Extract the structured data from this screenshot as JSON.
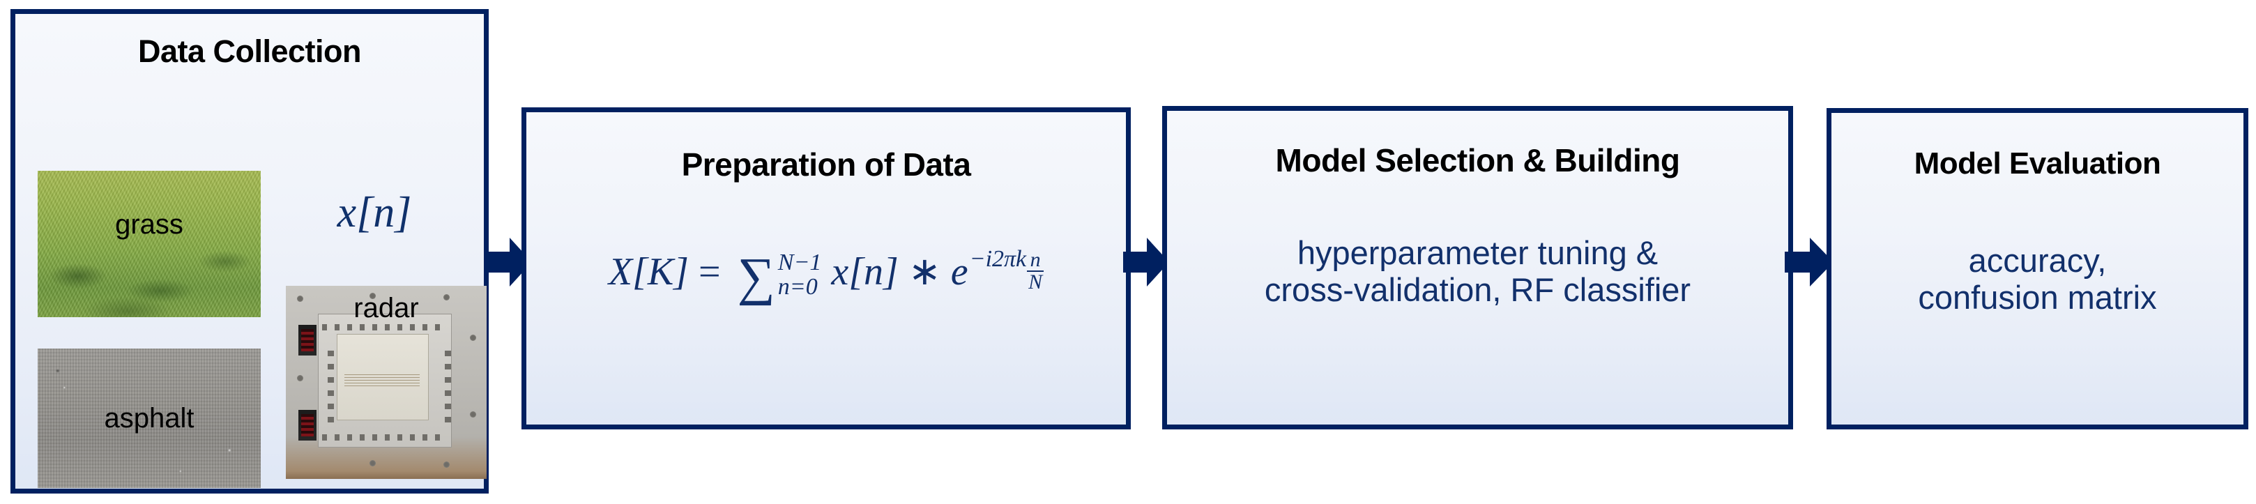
{
  "diagram": {
    "title": "Machine learning pipeline flow diagram",
    "accent_color": "#002060",
    "box_fill_top": "#f6f8fc",
    "box_fill_bottom": "#dfe7f5",
    "body_text_color": "#12306b",
    "heading_text_color": "#000000"
  },
  "stages": [
    {
      "id": "data-collection",
      "title": "Data Collection",
      "photos": [
        {
          "id": "grass",
          "caption": "grass"
        },
        {
          "id": "asphalt",
          "caption": "asphalt"
        },
        {
          "id": "radar",
          "caption": "radar"
        }
      ],
      "signal_label": {
        "variable": "x",
        "open_bracket": "[",
        "index": "n",
        "close_bracket": "]",
        "plain": "x[n]"
      }
    },
    {
      "id": "preparation-of-data",
      "title": "Preparation of Data",
      "formula": {
        "plain": "X[K] = ∑(n=0..N-1) x[n] * e^(-i2πk n/N)",
        "lhs": "X[K]",
        "equals": "=",
        "sum_symbol": "∑",
        "sum_upper": "N−1",
        "sum_lower": "n=0",
        "term": "x[n]",
        "operator": "∗",
        "base": "e",
        "exponent_lead": "−i2πk",
        "exponent_frac_num": "n",
        "exponent_frac_den": "N"
      }
    },
    {
      "id": "model-selection-building",
      "title": "Model Selection & Building",
      "subtitle_lines": [
        "hyperparameter tuning &",
        "cross-validation, RF classifier"
      ],
      "subtitle": "hyperparameter tuning &\ncross-validation, RF classifier"
    },
    {
      "id": "model-evaluation",
      "title": "Model Evaluation",
      "subtitle_lines": [
        "accuracy,",
        "confusion matrix"
      ],
      "subtitle": "accuracy,\nconfusion matrix"
    }
  ],
  "connectors": [
    {
      "id": "arrow-1",
      "from": "data-collection",
      "to": "preparation-of-data",
      "direction": "right"
    },
    {
      "id": "arrow-2",
      "from": "preparation-of-data",
      "to": "model-selection-building",
      "direction": "right"
    },
    {
      "id": "arrow-3",
      "from": "model-selection-building",
      "to": "model-evaluation",
      "direction": "right"
    }
  ]
}
